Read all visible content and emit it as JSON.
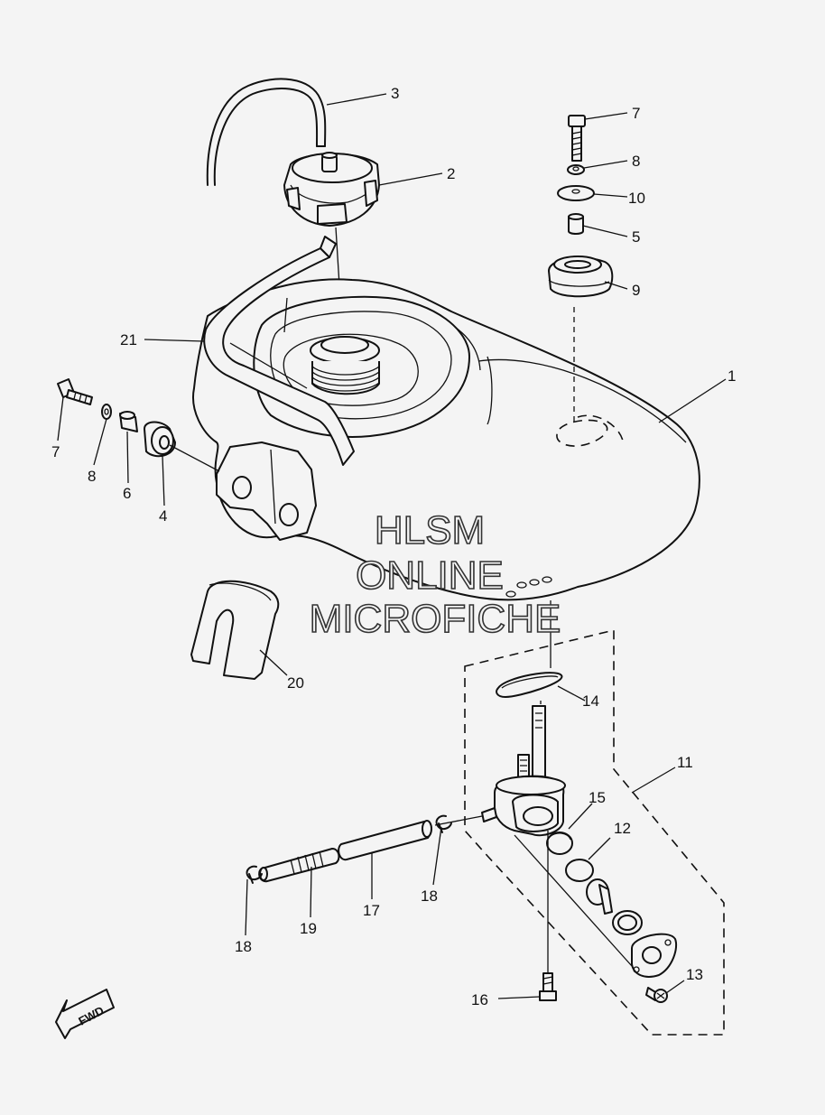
{
  "watermark": {
    "line1": "HLSM",
    "line2": "ONLINE",
    "line3": "MICROFICHE"
  },
  "fwd_label": "FWD",
  "callouts": {
    "c1": "1",
    "c2": "2",
    "c3": "3",
    "c4": "4",
    "c5": "5",
    "c6": "6",
    "c7a": "7",
    "c7b": "7",
    "c8a": "8",
    "c8b": "8",
    "c9": "9",
    "c10": "10",
    "c11": "11",
    "c12": "12",
    "c13": "13",
    "c14": "14",
    "c15": "15",
    "c16": "16",
    "c17": "17",
    "c18a": "18",
    "c18b": "18",
    "c19": "19",
    "c20": "20",
    "c21": "21"
  }
}
